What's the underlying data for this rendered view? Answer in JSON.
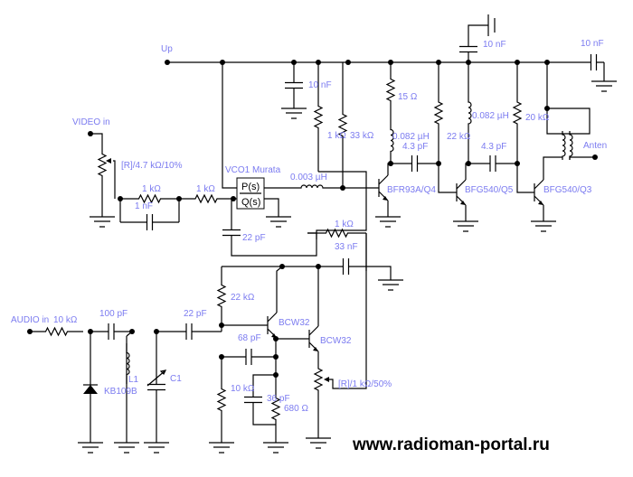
{
  "labels": {
    "up": "Up",
    "video_in": "VIDEO in",
    "video_pot": "[R]/4.7 kΩ/10%",
    "r1k_a": "1 kΩ",
    "c1nf": "1 nF",
    "r1k_b": "1 kΩ",
    "vco": "VCO1 Murata",
    "vco_p": "P(s)",
    "vco_q": "Q(s)",
    "c22pf_top": "22 pF",
    "l0003": "0.003 µH",
    "c10nf_a": "10 nF",
    "r1k_c": "1 kΩ",
    "r33k": "33 kΩ",
    "r15": "15 Ω",
    "l0082_a": "0.082 µH",
    "c43_a": "4.3 pF",
    "r22k_a": "22 kΩ",
    "c10nf_top": "10 nF",
    "l0082_b": "0.082 µH",
    "c43_b": "4.3 pF",
    "r20k": "20 kΩ",
    "c10nf_right": "10 nF",
    "antenna": "Anten",
    "q4": "BFR93A/Q4",
    "q5": "BFG540/Q5",
    "q3": "BFG540/Q3",
    "r1k_fb": "1 kΩ",
    "c33nf": "33 nF",
    "audio_in": "AUDIO in",
    "r10k_in": "10 kΩ",
    "c100pf": "100 pF",
    "c22pf_b": "22 pF",
    "l1": "L1",
    "diode": "KB109B",
    "c1": "C1",
    "r22k_b": "22 kΩ",
    "bcw_1": "BCW32",
    "c68pf": "68 pF",
    "bcw_2": "BCW32",
    "r10k_b": "10 kΩ",
    "c36pf": "36 pF",
    "r680": "680 Ω",
    "pot_audio": "[R]/1 kΩ/50%"
  },
  "watermark": "www.radioman-portal.ru",
  "colors": {
    "wire": "#000000",
    "label": "#7b7bf0"
  }
}
